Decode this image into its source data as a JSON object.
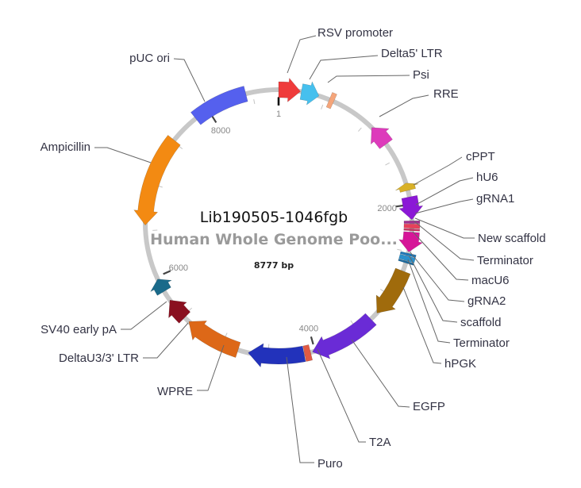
{
  "plasmid": {
    "name": "Lib190505-1046fgb",
    "description": "Human Whole Genome Poo...",
    "size_label": "8777 bp",
    "length": 8777,
    "backbone_color": "#c8c8c8"
  },
  "ticks": {
    "labels": [
      {
        "pos": 0,
        "text": "1"
      },
      {
        "pos": 2000,
        "text": "2000"
      },
      {
        "pos": 4000,
        "text": "4000"
      },
      {
        "pos": 6000,
        "text": "6000"
      },
      {
        "pos": 8000,
        "text": "8000"
      }
    ]
  },
  "features": [
    {
      "name": "RSV promoter",
      "start": 0,
      "end": 230,
      "dir": 1,
      "color": "#ef3b3b"
    },
    {
      "name": "Delta5' LTR",
      "start": 240,
      "end": 430,
      "dir": 1,
      "color": "#46c0ee"
    },
    {
      "name": "Psi",
      "start": 545,
      "end": 595,
      "dir": 0,
      "color": "#f5a57a"
    },
    {
      "name": "RRE",
      "start": 1080,
      "end": 1310,
      "dir": -1,
      "color": "#dd3bbb"
    },
    {
      "name": "cPPT",
      "start": 1770,
      "end": 1850,
      "dir": -1,
      "color": "#d9b127"
    },
    {
      "name": "hU6",
      "start": 1920,
      "end": 2160,
      "dir": 1,
      "color": "#8b18d6"
    },
    {
      "name": "gRNA1",
      "start": 2172,
      "end": 2200,
      "dir": 0,
      "color": "#a03090"
    },
    {
      "name": "New scaffold",
      "start": 2205,
      "end": 2250,
      "dir": 0,
      "color": "#e8405a"
    },
    {
      "name": "Terminator",
      "start": 2256,
      "end": 2276,
      "dir": 0,
      "color": "#c83060"
    },
    {
      "name": "macU6",
      "start": 2290,
      "end": 2500,
      "dir": 1,
      "color": "#d61598"
    },
    {
      "name": "gRNA2",
      "start": 2515,
      "end": 2540,
      "dir": 0,
      "color": "#1d78b8"
    },
    {
      "name": "scaffold",
      "start": 2545,
      "end": 2595,
      "dir": 0,
      "color": "#2a90cc"
    },
    {
      "name": "Terminator",
      "start": 2600,
      "end": 2620,
      "dir": 0,
      "color": "#1a6aa0"
    },
    {
      "name": "hPGK",
      "start": 2710,
      "end": 3230,
      "dir": 1,
      "color": "#a06b0c"
    },
    {
      "name": "EGFP",
      "start": 3320,
      "end": 4030,
      "dir": 1,
      "color": "#6a2bd6"
    },
    {
      "name": "T2A",
      "start": 4050,
      "end": 4115,
      "dir": 0,
      "color": "#e05a44"
    },
    {
      "name": "Puro",
      "start": 4120,
      "end": 4710,
      "dir": 1,
      "color": "#2232bb"
    },
    {
      "name": "WPRE",
      "start": 4820,
      "end": 5420,
      "dir": 1,
      "color": "#dd6818"
    },
    {
      "name": "DeltaU3/3' LTR",
      "start": 5480,
      "end": 5720,
      "dir": 1,
      "color": "#8a1020"
    },
    {
      "name": "SV40 early pA",
      "start": 5830,
      "end": 5975,
      "dir": 1,
      "color": "#1a6a8a"
    },
    {
      "name": "Ampicillin",
      "start": 6560,
      "end": 7520,
      "dir": -1,
      "color": "#f38a12"
    },
    {
      "name": "pUC ori",
      "start": 7840,
      "end": 8430,
      "dir": 0,
      "color": "#5560ee"
    }
  ]
}
